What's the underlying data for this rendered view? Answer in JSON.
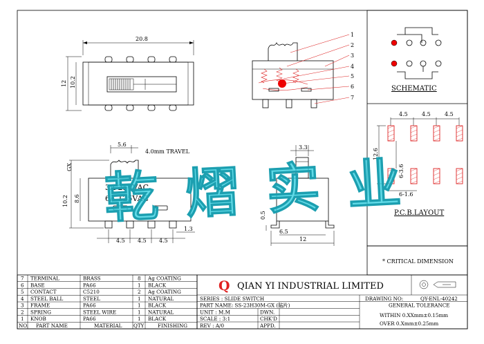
{
  "top_view": {
    "width": "20.8",
    "height_outer": "12",
    "height_inner": "10.2"
  },
  "side_view": {
    "callouts": [
      "1",
      "2",
      "3",
      "4",
      "5",
      "6",
      "7"
    ]
  },
  "schematic": {
    "label": "SCHEMATIC"
  },
  "pcb_layout": {
    "label": "P.C.B.LAYOUT",
    "pitch": [
      "4.5",
      "4.5",
      "4.5"
    ],
    "height": "12.6",
    "row_gap": "6-3.6",
    "pad": "6-1.6"
  },
  "front_view": {
    "knob_offset": "5.6",
    "travel": "4.0mm TRAVEL",
    "gx": "GX",
    "height_outer": "10.2",
    "height_inner": "8.6",
    "rating_1": "3A 250VAC",
    "rating_2": "6A 125VAC",
    "pitch": [
      "4.5",
      "4.5",
      "4.5"
    ],
    "pin_w": "1.3"
  },
  "end_view": {
    "knob_w": "3.3",
    "pin_h": "0.5",
    "pin_span": "6.5",
    "width": "12"
  },
  "watermark": "乾 熠 实 业",
  "critical_note": "* CRITICAL  DIMENSION",
  "parts": [
    {
      "no": "7",
      "name": "TERMINAL",
      "material": "BRASS",
      "qty": "8",
      "finishing": "Ag COATING"
    },
    {
      "no": "6",
      "name": "BASE",
      "material": "PA66",
      "qty": "1",
      "finishing": "BLACK"
    },
    {
      "no": "5",
      "name": "CONTACT",
      "material": "C5210",
      "qty": "2",
      "finishing": "Ag COATING"
    },
    {
      "no": "4",
      "name": "STEEL BALL",
      "material": "STEEL",
      "qty": "1",
      "finishing": "NATURAL"
    },
    {
      "no": "3",
      "name": "FRAME",
      "material": "PA66",
      "qty": "1",
      "finishing": "BLACK"
    },
    {
      "no": "2",
      "name": "SPRING",
      "material": "STEEL WIRE",
      "qty": "1",
      "finishing": "NATURAL"
    },
    {
      "no": "1",
      "name": "KNOB",
      "material": "PA66",
      "qty": "1",
      "finishing": "BLACK"
    }
  ],
  "parts_header": {
    "no": "NO.",
    "name": "PART NAME",
    "material": "MATERIAL",
    "qty": "QTY",
    "finishing": "FINISHING"
  },
  "title_block": {
    "company": "QIAN YI INDUSTRIAL LIMITED",
    "logo": "Q",
    "drawing_no_label": "DRAWING NO:",
    "drawing_no": "QY-ENL-40242",
    "series": "SERIES : SLIDE SWITCH",
    "part_name": "PART NAME: SS-23H30M-GX (贴片)",
    "unit": "UNIT  : M.M",
    "scale": "SCALE : 3:1",
    "rev": "REV   : A/0",
    "dwn": "DWN.",
    "chkd": "CHK'D",
    "appd": "APPD.",
    "tolerance_title": "GENERAL TOLERANCE",
    "tol_1": "WITHIN 0.XXmm±0.15mm",
    "tol_2": "OVER   0.Xmm±0.25mm"
  }
}
